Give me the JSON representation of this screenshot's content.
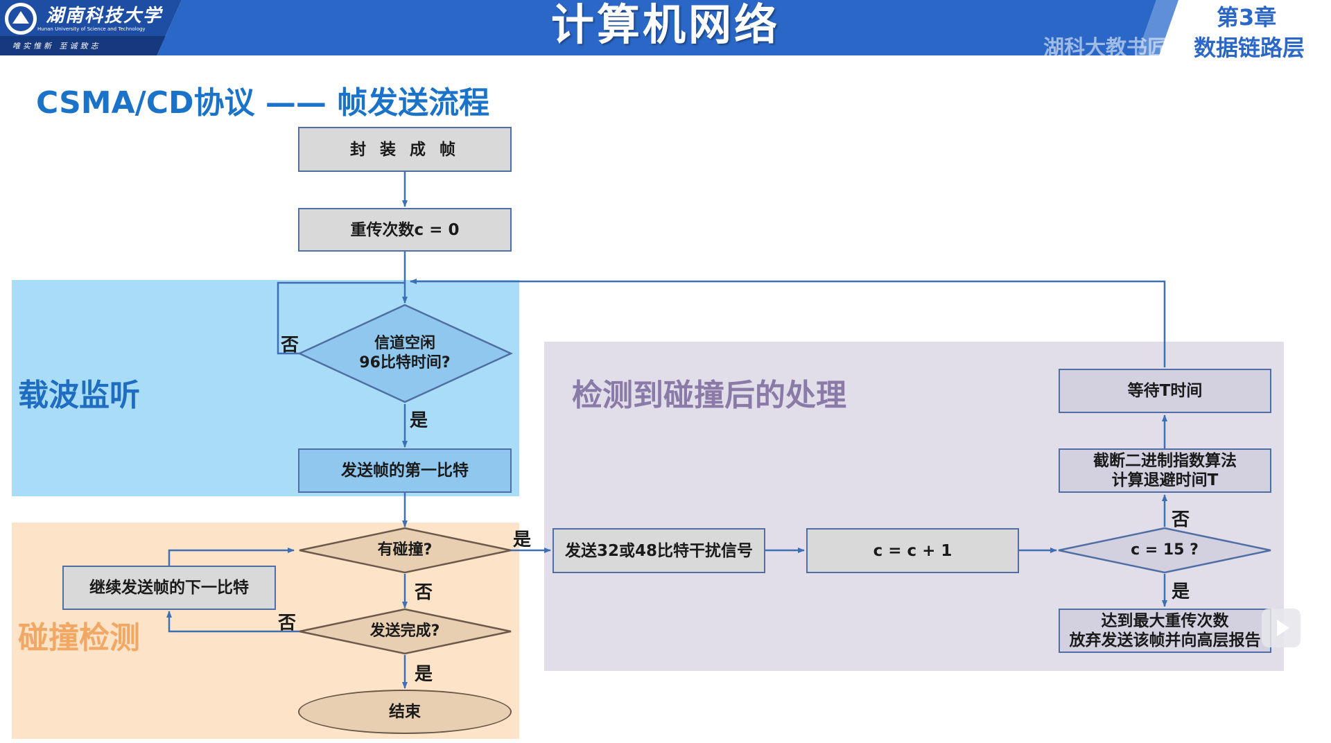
{
  "header": {
    "university_name": "湖南科技大学",
    "university_name_en": "Hunan University of Science and Technology",
    "motto": "唯实惟新  至诚致志",
    "course_title": "计算机网络",
    "watermark": "湖科大教书匠",
    "chapter": "第3章",
    "chapter_title": "数据链路层"
  },
  "section_title": "CSMA/CD协议 —— 帧发送流程",
  "regions": {
    "carrier_sense": "载波监听",
    "collision_detect": "碰撞检测",
    "after_collision": "检测到碰撞后的处理"
  },
  "nodes": {
    "encapsulate": "封 装 成 帧",
    "init_counter": "重传次数c = 0",
    "channel_idle": "信道空闲\n96比特时间?",
    "send_first_bit": "发送帧的第一比特",
    "collision_q": "有碰撞?",
    "send_next_bit": "继续发送帧的下一比特",
    "send_done_q": "发送完成?",
    "end": "结束",
    "jam_signal": "发送32或48比特干扰信号",
    "increment": "c = c + 1",
    "c_max_q": "c = 15 ?",
    "backoff": "截断二进制指数算法\n计算退避时间T",
    "wait_t": "等待T时间",
    "give_up": "达到最大重传次数\n放弃发送该帧并向高层报告"
  },
  "labels": {
    "no": "否",
    "yes": "是"
  },
  "colors": {
    "header_blue": "#2b67c6",
    "arrow": "#3d6fb5",
    "carrier_bg": "#a9dcf7",
    "collision_bg": "#fde3c8",
    "after_bg": "#e1dde9"
  }
}
